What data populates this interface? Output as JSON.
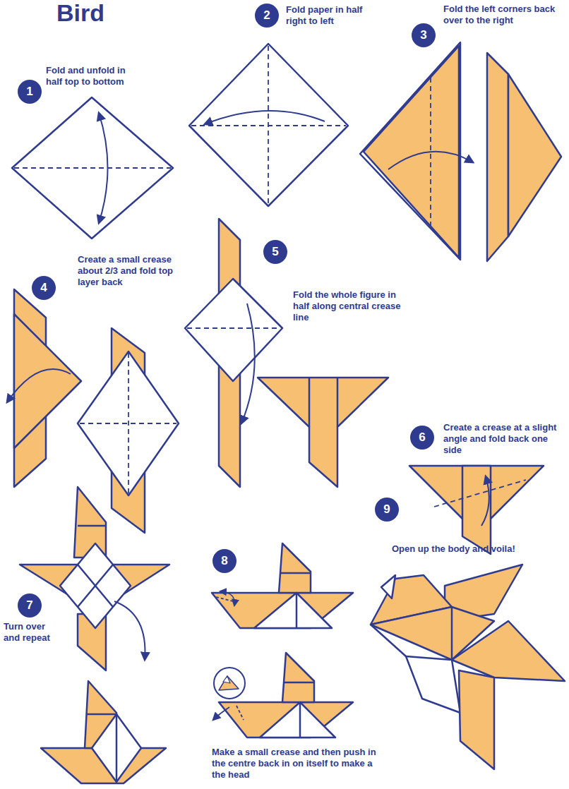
{
  "diagram": {
    "title": "Bird",
    "nodes": [
      {
        "text": [
          "1"
        ]
      },
      {
        "text": [
          "2"
        ]
      },
      {
        "text": [
          "3"
        ]
      },
      {
        "text": [
          "4"
        ]
      },
      {
        "text": [
          "5"
        ]
      },
      {
        "text": [
          "6"
        ]
      },
      {
        "text": [
          "7"
        ]
      },
      {
        "text": [
          "8"
        ]
      },
      {
        "text": [
          "9"
        ]
      }
    ],
    "labels": [
      "Fold and unfold in half top to bottom",
      "Fold paper in half right to left",
      "Fold the left corners back over to the right",
      "Create a small crease about 2/3 and fold top layer back",
      "Fold the whole figure in half along central crease line",
      "Create a crease at a slight angle and fold back one side",
      "Turn over and repeat",
      "Make a small crease and then push in the centre back in on itself to make a the head",
      "Open up the body and voila!"
    ]
  }
}
